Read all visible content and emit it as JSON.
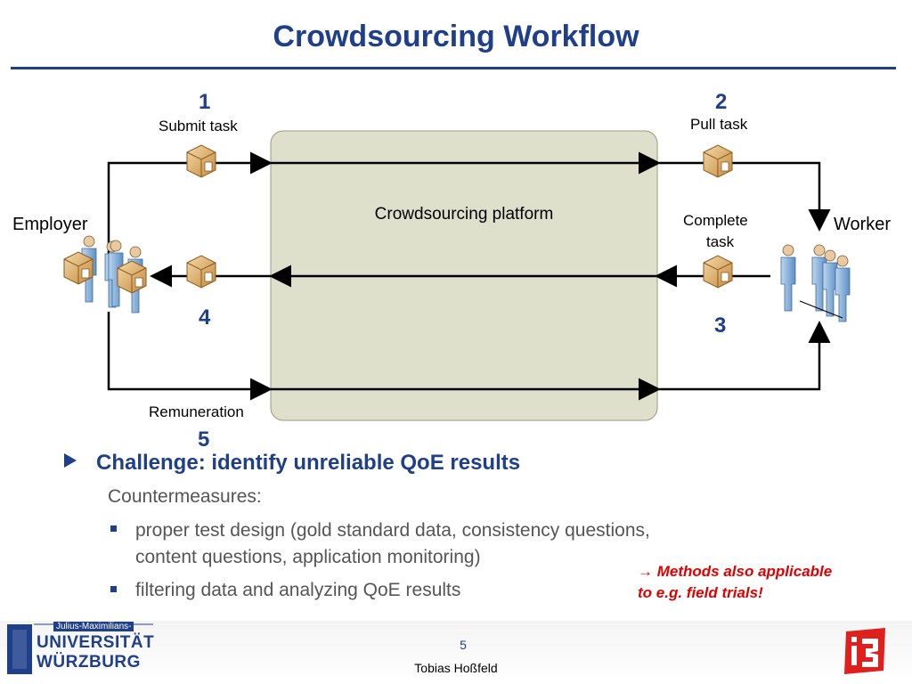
{
  "slide": {
    "title": "Crowdsourcing Workflow",
    "page_number": "5",
    "author": "Tobias Hoßfeld"
  },
  "diagram": {
    "platform_label": "Crowdsourcing platform",
    "employer_label": "Employer",
    "worker_label": "Worker",
    "steps": [
      {
        "number": "1",
        "label": "Submit task"
      },
      {
        "number": "2",
        "label": "Pull task"
      },
      {
        "number": "3",
        "label_line1": "Complete",
        "label_line2": "task"
      },
      {
        "number": "4",
        "label": ""
      },
      {
        "number": "5",
        "label": "Remuneration"
      }
    ]
  },
  "bullets": {
    "main": "Challenge: identify unreliable QoE results",
    "subhead": "Countermeasures:",
    "items": [
      {
        "line1": "proper test design (gold standard data, consistency questions,",
        "line2": "content questions, application monitoring)"
      },
      {
        "line1": "filtering data and analyzing QoE results"
      }
    ]
  },
  "note": {
    "line1": "→ Methods also applicable",
    "line2": "to e.g. field trials!"
  },
  "footer": {
    "uni_small": "Julius-Maximilians-",
    "uni_line1": "UNIVERSITÄT",
    "uni_line2": "WÜRZBURG",
    "brand_logo": "i3"
  },
  "colors": {
    "title_blue": "#1f3f8a",
    "platform_fill": "#dfe0cc",
    "note_red": "#e00000"
  },
  "icons": [
    "package-icon",
    "person-icon"
  ]
}
